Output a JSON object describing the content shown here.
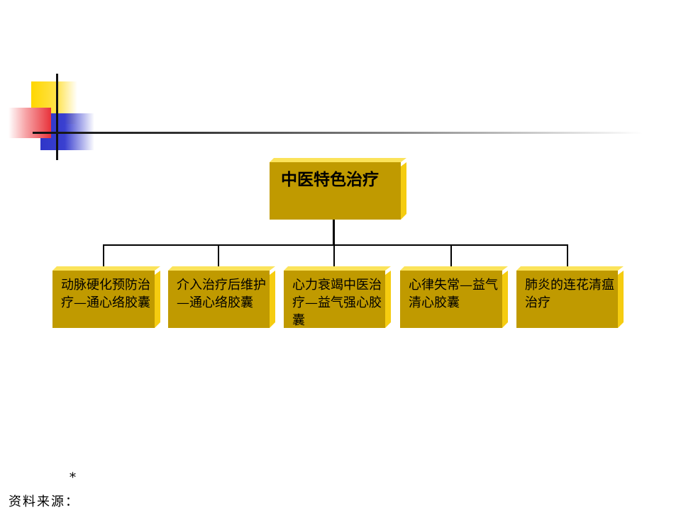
{
  "diagram": {
    "root": {
      "label": "中医特色治疗"
    },
    "children": [
      {
        "label": "动脉硬化预防治疗—通心络胶囊"
      },
      {
        "label": "介入治疗后维护—通心络胶囊"
      },
      {
        "label": "心力衰竭中医治疗—益气强心胶囊"
      },
      {
        "label": "心律失常—益气清心胶囊"
      },
      {
        "label": "肺炎的连花清瘟治疗"
      }
    ]
  },
  "footer": {
    "star": "*",
    "source_label": "资料来源："
  },
  "colors": {
    "box_face": "#c09a00",
    "box_highlight": "#f5cc10",
    "accent_yellow": "#ffd700",
    "accent_blue": "#2e35c8",
    "accent_red": "#e8323a"
  }
}
